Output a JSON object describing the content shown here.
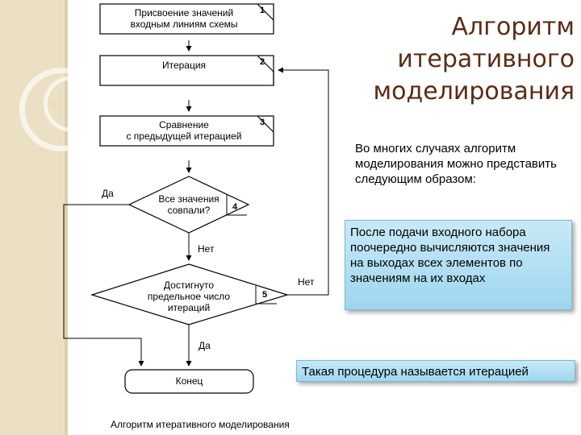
{
  "slide": {
    "title_lines": [
      "Алгоритм",
      "итеративного",
      "моделирования"
    ],
    "intro": "Во многих случаях алгоритм моделирования можно представить следующим образом:",
    "note_1": "После подачи входного набора поочередно вычисляются значения на выходах всех элементов по значениям на их входах",
    "note_2": "Такая процедура называется итерацией",
    "caption": "Алгоритм итеративного моделирования"
  },
  "colors": {
    "title": "#5c2b14",
    "note_fill": "#b4e0f3",
    "side_strip": "#ece0c4"
  },
  "flowchart": {
    "block_1": {
      "lines": [
        "Присвоение значений",
        "входным линиям схемы"
      ],
      "number": "1"
    },
    "block_2": {
      "lines": [
        "Итерация"
      ],
      "number": "2"
    },
    "block_3": {
      "lines": [
        "Сравнение",
        "с предыдущей итерацией"
      ],
      "number": "3"
    },
    "decision_4": {
      "lines": [
        "Все значения",
        "совпали?"
      ],
      "number": "4"
    },
    "decision_5": {
      "lines": [
        "Достигнуто",
        "предельное число",
        "итераций"
      ],
      "number": "5"
    },
    "end": {
      "label": "Конец"
    },
    "labels": {
      "yes_1": "Да",
      "no_1": "Нет",
      "no_2": "Нет",
      "yes_2": "Да"
    }
  }
}
